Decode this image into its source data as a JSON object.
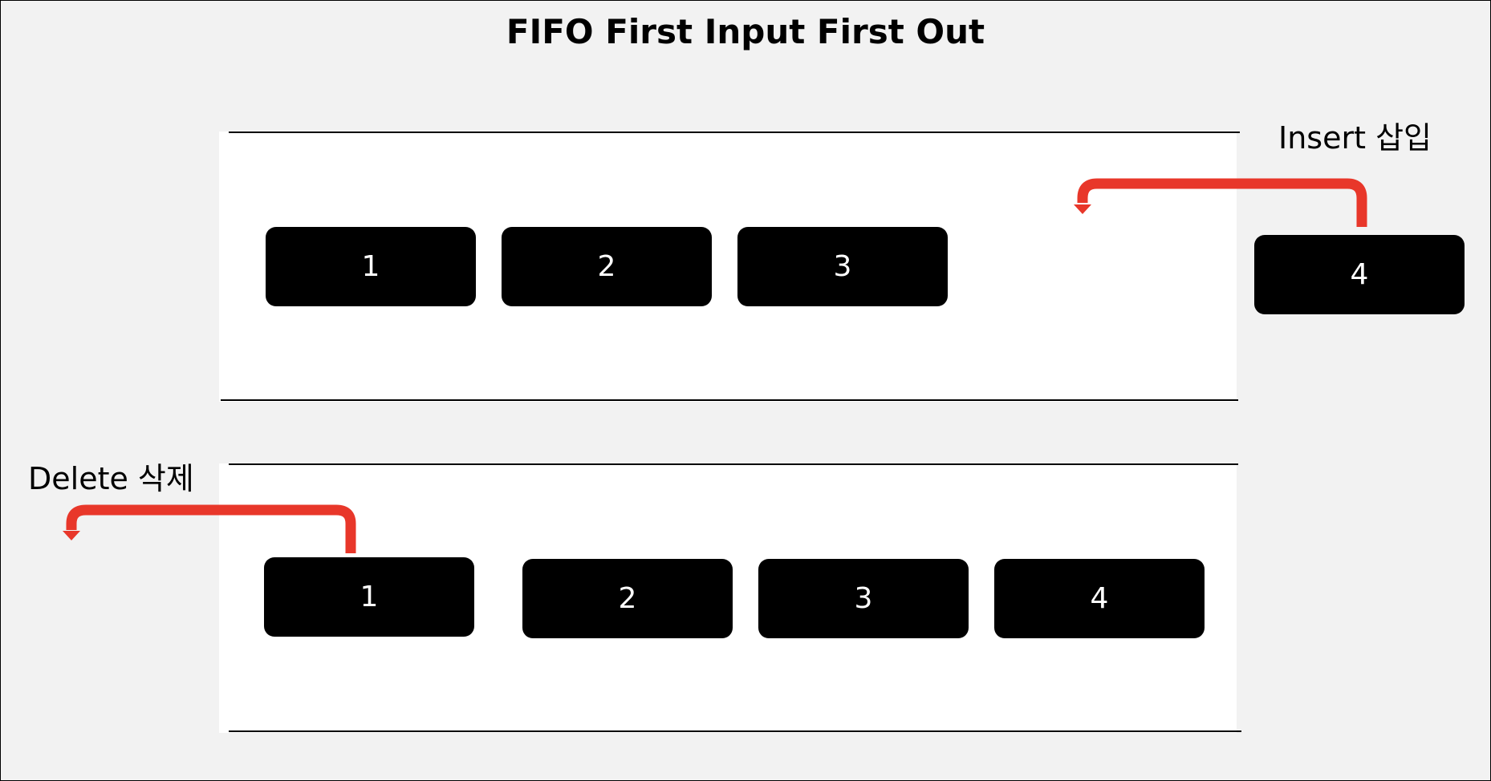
{
  "title": "FIFO First Input First Out",
  "insert": {
    "label": "Insert 삽입",
    "queue": [
      "1",
      "2",
      "3"
    ],
    "incoming": "4"
  },
  "delete": {
    "label": "Delete 삭제",
    "queue": [
      "1",
      "2",
      "3",
      "4"
    ]
  },
  "colors": {
    "background": "#f2f2f2",
    "box": "#000000",
    "box_text": "#ffffff",
    "arrow": "#e8372a"
  }
}
